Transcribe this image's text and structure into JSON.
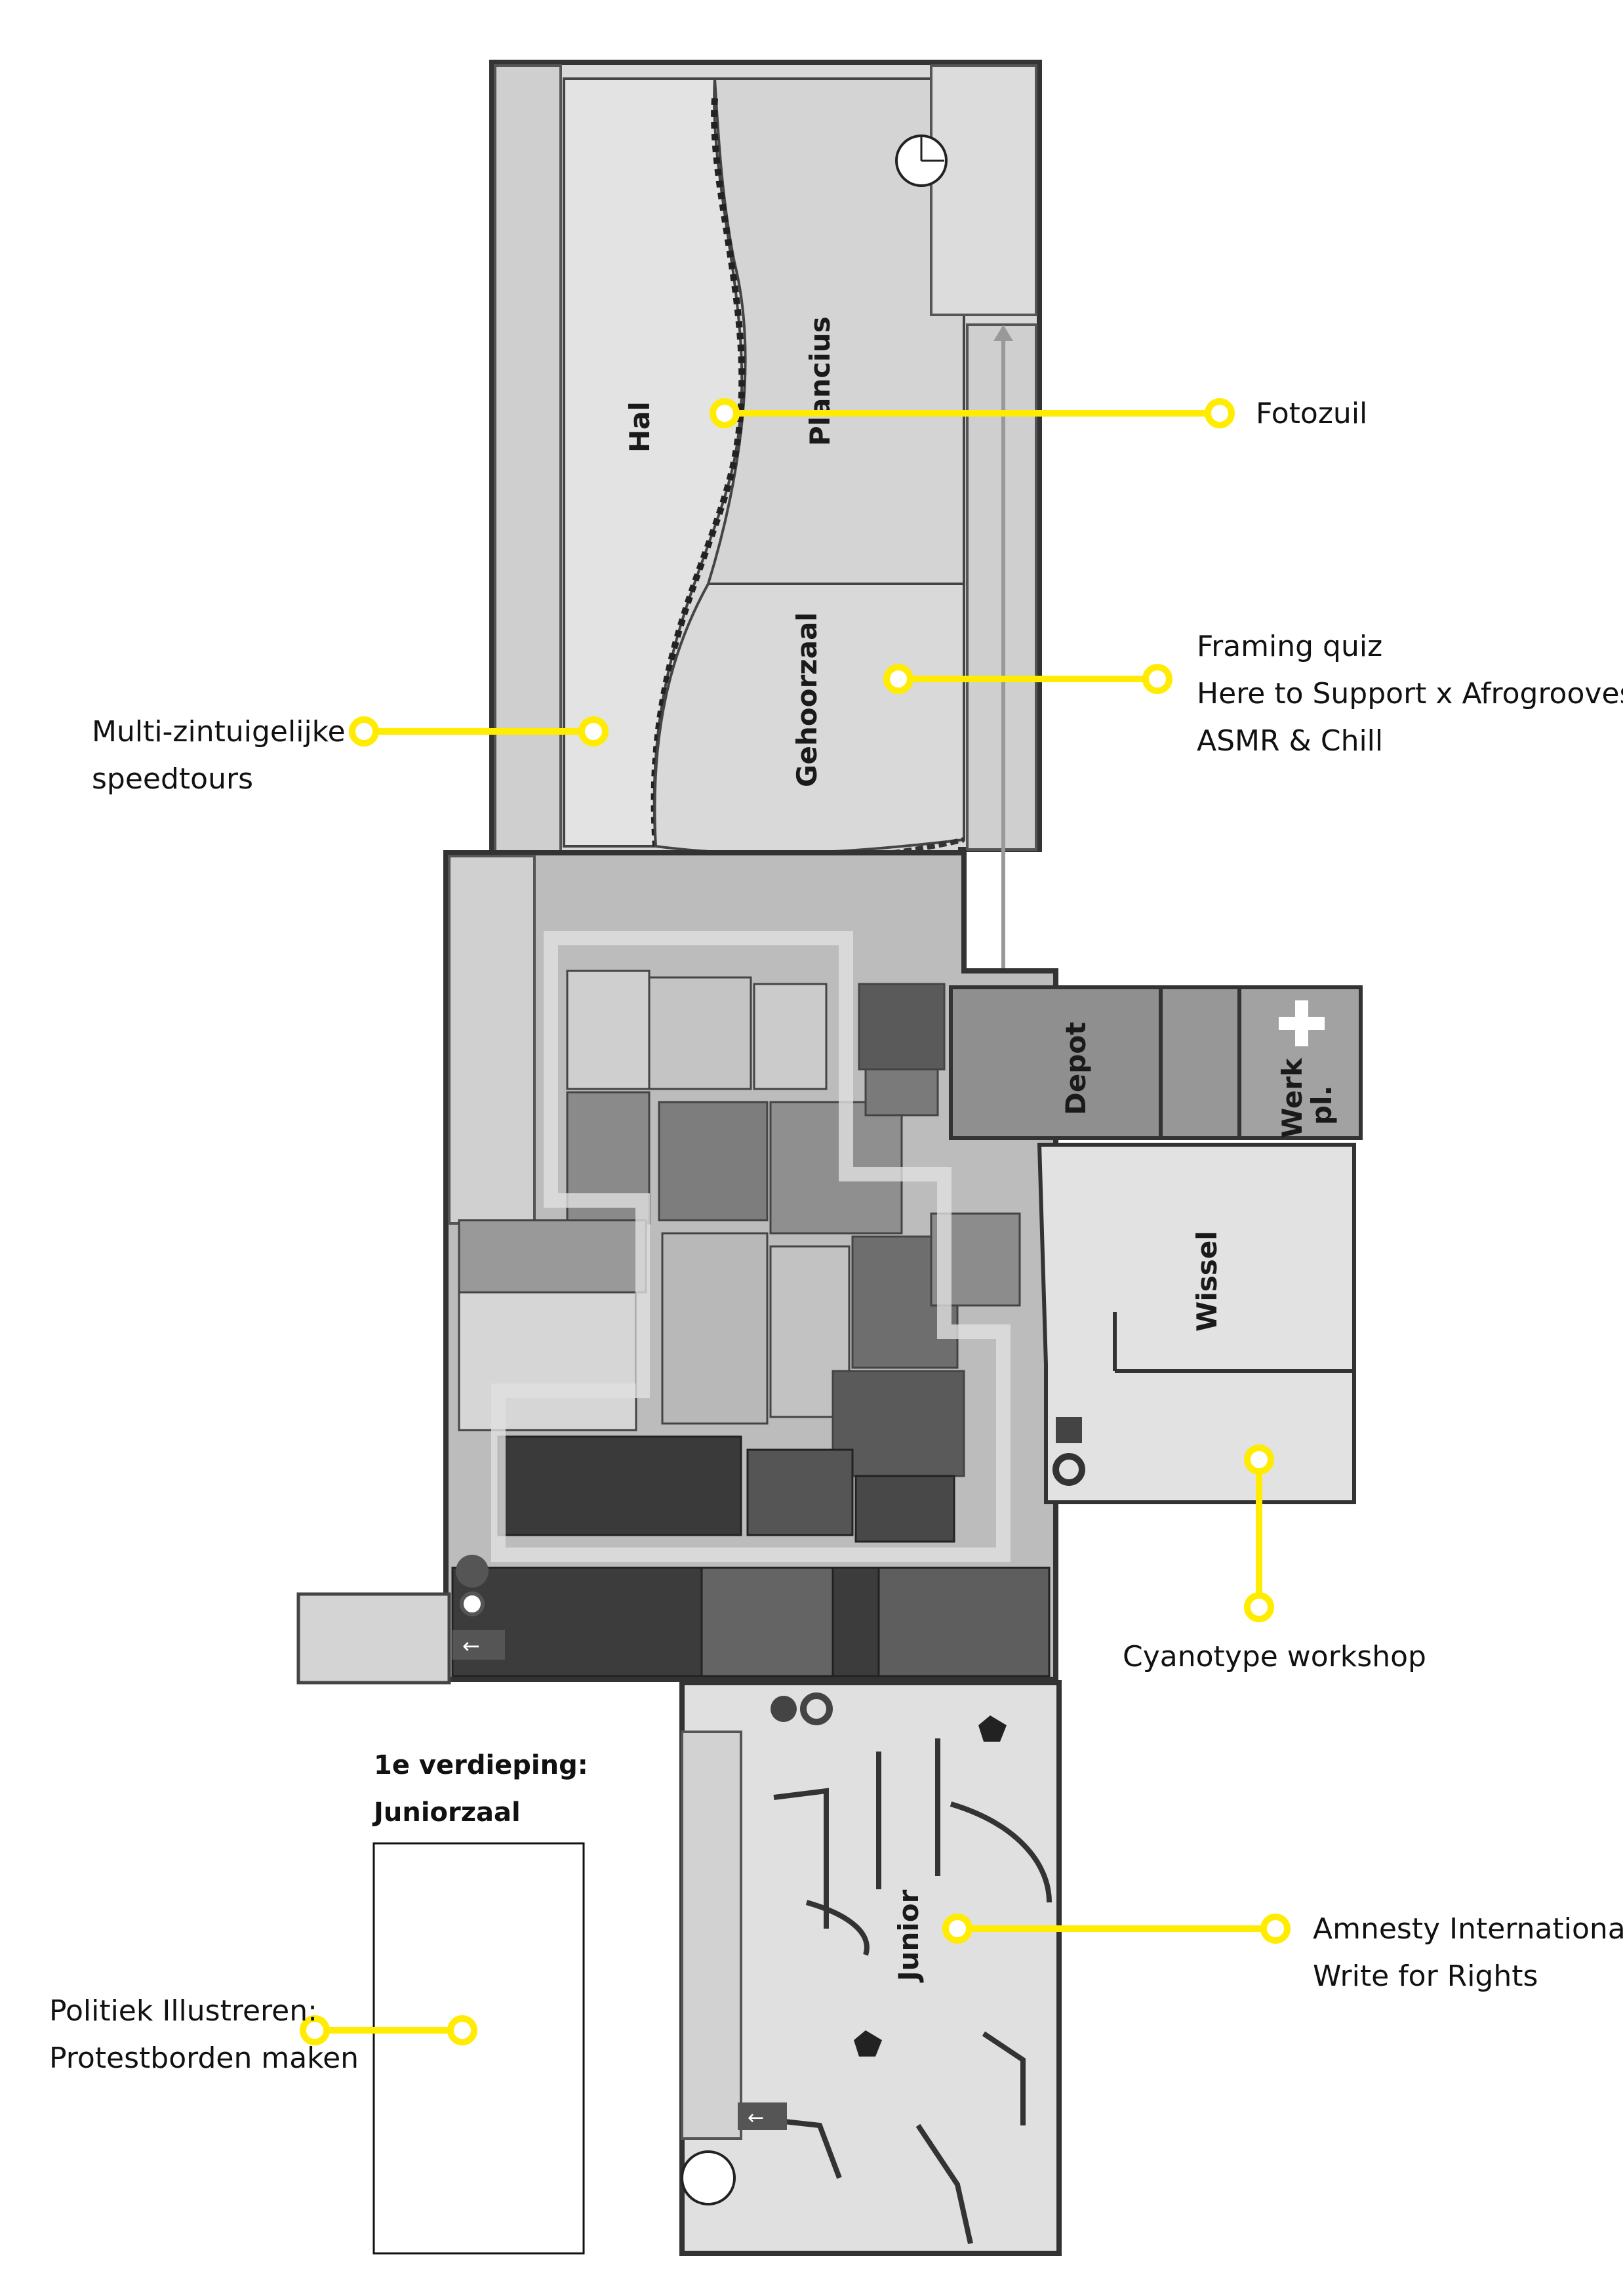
{
  "rooms": {
    "hal": "Hal",
    "plancius": "Plancius",
    "gehoorzaal": "Gehoorzaal",
    "depot": "Depot",
    "werk_line1": "Werk",
    "werk_line2": "pl.",
    "wissel": "Wissel",
    "junior": "Junior"
  },
  "callouts": {
    "fotozuil": "Fotozuil",
    "framing_line1": "Framing quiz",
    "framing_line2": "Here to Support x Afrogrooves",
    "framing_line3": "ASMR & Chill",
    "multi_line1": "Multi-zintuigelijke",
    "multi_line2": "speedtours",
    "cyanotype": "Cyanotype workshop",
    "amnesty_line1": "Amnesty International:",
    "amnesty_line2": "Write for Rights",
    "politiek_line1": "Politiek Illustreren:",
    "politiek_line2": "Protestborden maken"
  },
  "floor_note": {
    "line1": "1e verdieping:",
    "line2": "Juniorzaal"
  },
  "colors": {
    "highlight": "#ffec00",
    "wall": "#333333",
    "room_light": "#e0e0e0",
    "room_mid": "#bfbfbf",
    "room_dark": "#555555",
    "room_darkest": "#3a3a3a"
  }
}
